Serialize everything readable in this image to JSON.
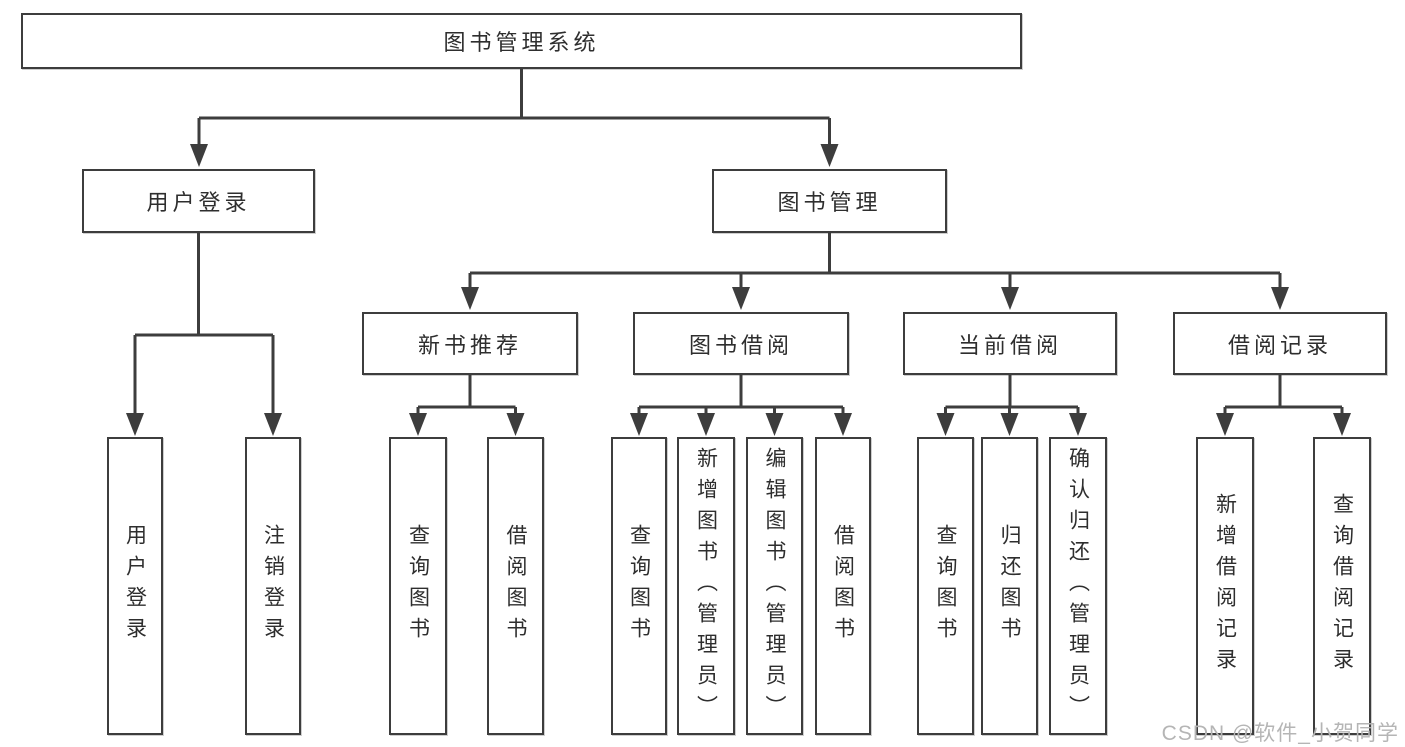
{
  "watermark": "CSDN @软件_小贺同学",
  "colors": {
    "line": "#3d3d3d",
    "text": "#2e2e2e",
    "watermark": "#b5b5b5"
  },
  "tree": {
    "root": {
      "label": "图书管理系统"
    },
    "children": [
      {
        "label": "用户登录",
        "children": [
          {
            "label": "用户登录"
          },
          {
            "label": "注销登录"
          }
        ]
      },
      {
        "label": "图书管理",
        "children": [
          {
            "label": "新书推荐",
            "children": [
              {
                "label": "查询图书"
              },
              {
                "label": "借阅图书"
              }
            ]
          },
          {
            "label": "图书借阅",
            "children": [
              {
                "label": "查询图书"
              },
              {
                "label": "新增图书（管理员）"
              },
              {
                "label": "编辑图书（管理员）"
              },
              {
                "label": "借阅图书"
              }
            ]
          },
          {
            "label": "当前借阅",
            "children": [
              {
                "label": "查询图书"
              },
              {
                "label": "归还图书"
              },
              {
                "label": "确认归还（管理员）"
              }
            ]
          },
          {
            "label": "借阅记录",
            "children": [
              {
                "label": "新增借阅记录"
              },
              {
                "label": "查询借阅记录"
              }
            ]
          }
        ]
      }
    ]
  }
}
